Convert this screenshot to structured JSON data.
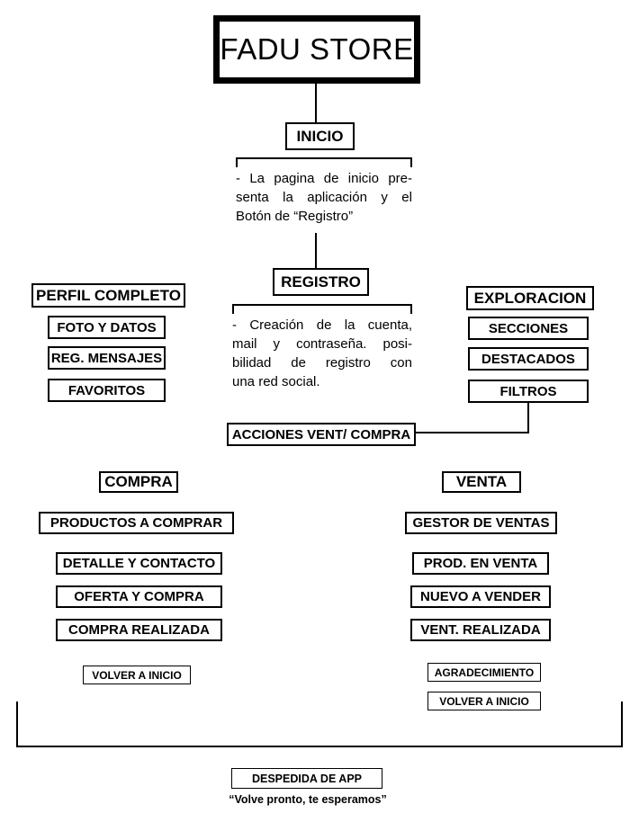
{
  "title": "FADU STORE",
  "inicio": {
    "label": "INICIO",
    "note_lines": [
      "- La pagina de inicio pre-",
      "senta la aplicación y el",
      "Botón de “Registro”"
    ]
  },
  "registro": {
    "label": "REGISTRO",
    "note_lines": [
      "- Creación de la cuenta,",
      "mail y contraseña. posi-",
      "bilidad de registro con",
      "una red social."
    ]
  },
  "perfil": {
    "label": "PERFIL COMPLETO",
    "items": [
      "FOTO Y DATOS",
      "REG. MENSAJES",
      "FAVORITOS"
    ]
  },
  "exploracion": {
    "label": "EXPLORACION",
    "items": [
      "SECCIONES",
      "DESTACADOS",
      "FILTROS"
    ]
  },
  "acciones": {
    "label": "ACCIONES VENT/ COMPRA"
  },
  "compra": {
    "label": "COMPRA",
    "items": [
      "PRODUCTOS A COMPRAR",
      "DETALLE Y CONTACTO",
      "OFERTA Y COMPRA",
      "COMPRA REALIZADA"
    ],
    "footer": "VOLVER A INICIO"
  },
  "venta": {
    "label": "VENTA",
    "items": [
      "GESTOR DE VENTAS",
      "PROD. EN VENTA",
      "NUEVO A VENDER",
      "VENT. REALIZADA"
    ],
    "footers": [
      "AGRADECIMIENTO",
      "VOLVER A INICIO"
    ]
  },
  "despedida": {
    "label": "DESPEDIDA DE APP",
    "subtitle": "“Volve pronto, te esperamos”"
  },
  "colors": {
    "line": "#000000",
    "background": "#ffffff"
  }
}
